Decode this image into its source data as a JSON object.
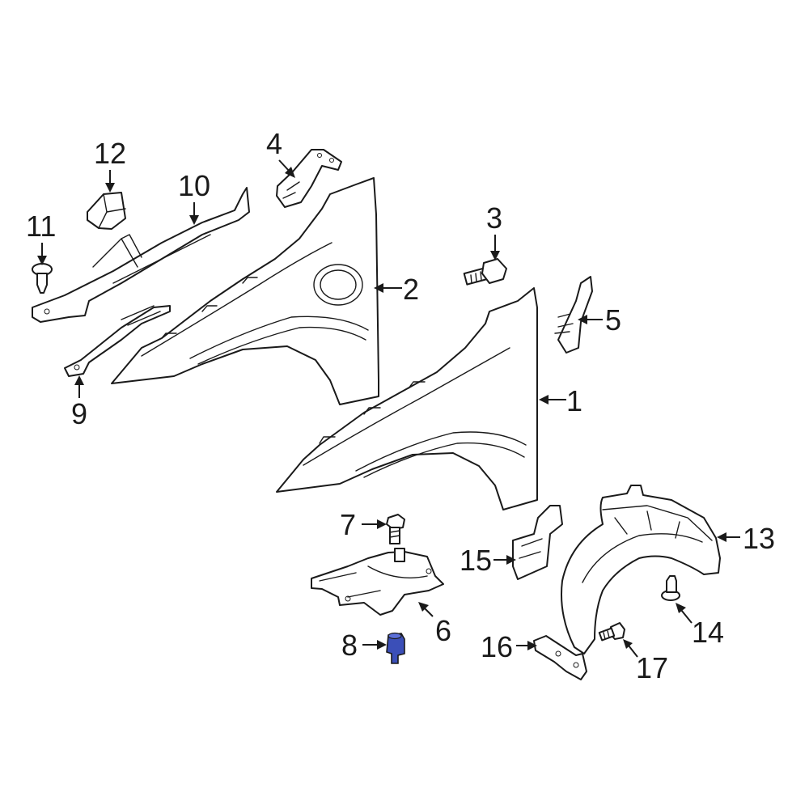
{
  "callouts": {
    "c1": "1",
    "c2": "2",
    "c3": "3",
    "c4": "4",
    "c5": "5",
    "c6": "6",
    "c7": "7",
    "c8": "8",
    "c9": "9",
    "c10": "10",
    "c11": "11",
    "c12": "12",
    "c13": "13",
    "c14": "14",
    "c15": "15",
    "c16": "16",
    "c17": "17"
  },
  "colors": {
    "line": "#1a1a1a",
    "background": "#ffffff",
    "highlight_part": "#3b4fb8"
  },
  "highlighted_part": "8"
}
